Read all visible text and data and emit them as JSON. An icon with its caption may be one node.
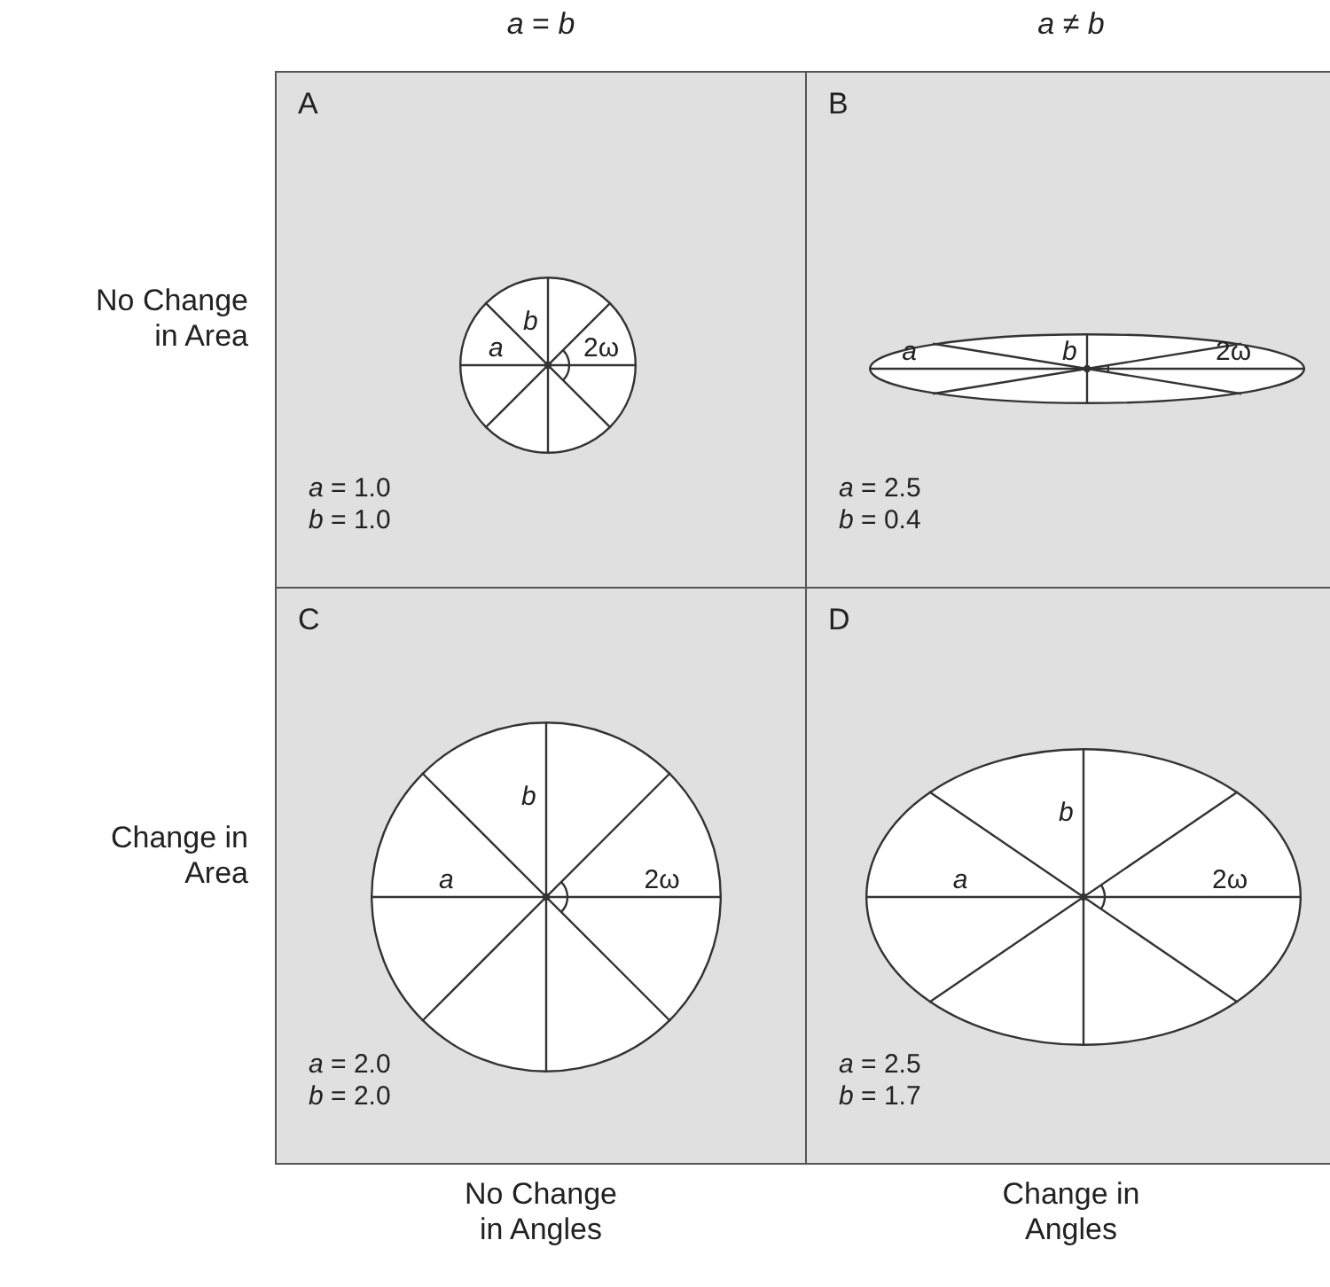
{
  "diagram": {
    "nodes": [
      {
        "text": [
          "A",
          "*a* = 1.0",
          "*b* = 1.0"
        ]
      },
      {
        "text": [
          "*a*",
          "*b*",
          "2ω"
        ],
        "in": 0
      },
      {
        "text": [
          "B",
          "*a* = 2.5",
          "*b* = 0.4"
        ]
      },
      {
        "text": [
          "*a*",
          "*b*",
          "2ω"
        ],
        "in": 2
      },
      {
        "text": [
          "C",
          "*a* = 2.0",
          "*b* = 2.0"
        ]
      },
      {
        "text": [
          "*a*",
          "*b*",
          "2ω"
        ],
        "in": 4
      },
      {
        "text": [
          "D",
          "*a* = 2.5",
          "*b* = 1.7"
        ]
      },
      {
        "text": [
          "*a*",
          "*b*",
          "2ω"
        ],
        "in": 6
      }
    ],
    "edges": [],
    "labels": [
      "*a* = *b*",
      "*a* ≠ *b*",
      "No Change in Area",
      "Change in Area",
      "No Change in Angles",
      "Change in Angles"
    ]
  }
}
